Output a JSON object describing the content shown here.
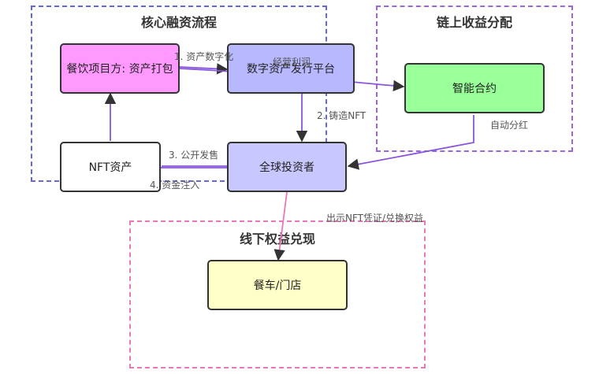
{
  "clusters": {
    "core": {
      "title": "核心融资流程",
      "color": "#6666dd"
    },
    "onchain": {
      "title": "链上收益分配",
      "color": "#9966dd"
    },
    "offline": {
      "title": "线下权益兑现",
      "color": "#e878b8"
    }
  },
  "nodes": {
    "restaurant": {
      "label": "餐饮项目方: 资产打包",
      "fill": "#ff99ff"
    },
    "platform": {
      "label": "数字资产发行平台",
      "fill": "#b8b8ff"
    },
    "contract": {
      "label": "智能合约",
      "fill": "#99ff99"
    },
    "nft": {
      "label": "NFT资产",
      "fill": "#ffffff"
    },
    "investors": {
      "label": "全球投资者",
      "fill": "#c8c8ff"
    },
    "store": {
      "label": "餐车/门店",
      "fill": "#ffffc8"
    }
  },
  "edges": {
    "digitize": "1. 资产数字化",
    "profit": "经营利润",
    "mint": "2. 铸造NFT",
    "dividend": "自动分红",
    "publish": "3. 公开发售",
    "funding": "4. 资金注入",
    "redeem": "出示NFT凭证/兑换权益"
  },
  "colors": {
    "link": "#8855dd",
    "border": "#333333",
    "redeem_link": "#e878b8"
  }
}
